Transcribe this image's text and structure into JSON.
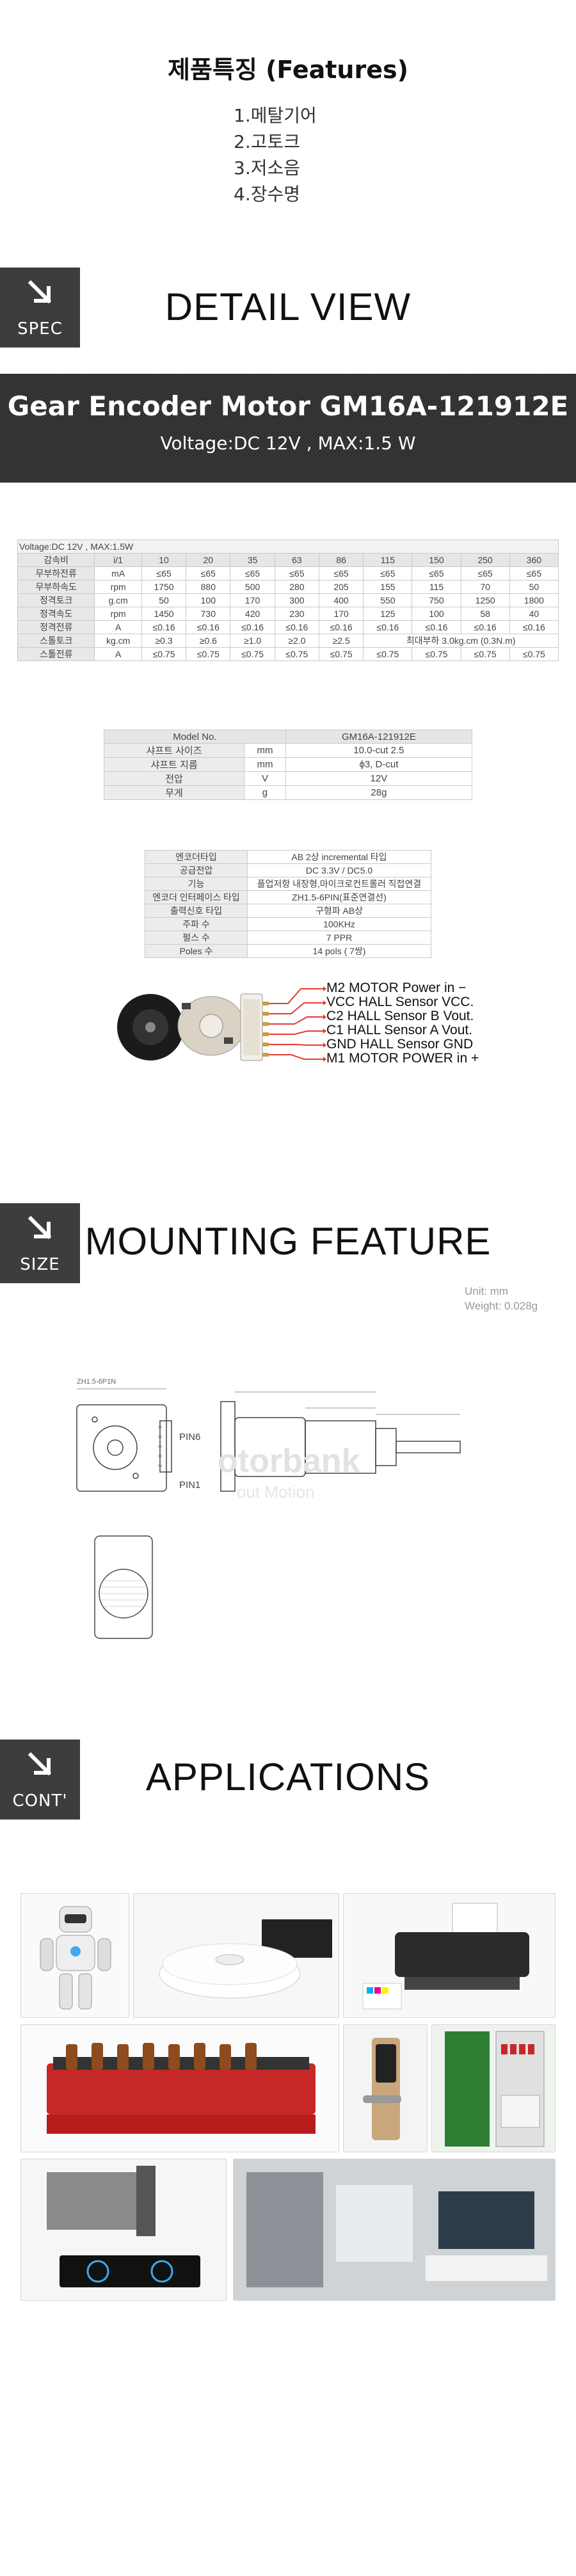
{
  "features": {
    "title": "제품특징 (Features)",
    "items": [
      "1.메탈기어",
      "2.고토크",
      "3.저소음",
      "4.장수명"
    ]
  },
  "sections": {
    "spec": {
      "tab": "SPEC",
      "title": "DETAIL VIEW"
    },
    "size": {
      "tab": "SIZE",
      "title": "MOUNTING FEATURE"
    },
    "cont": {
      "tab": "CONT'",
      "title": "APPLICATIONS"
    }
  },
  "banner": {
    "title": "Gear Encoder Motor GM16A-121912E",
    "subtitle": "Voltage:DC 12V  , MAX:1.5 W"
  },
  "spec_table": {
    "caption": "Voltage:DC 12V  , MAX:1.5W",
    "header": [
      "감속비",
      "i/1",
      "10",
      "20",
      "35",
      "63",
      "86",
      "115",
      "150",
      "250",
      "360"
    ],
    "rows": [
      [
        "무부하전류",
        "mA",
        "≤65",
        "≤65",
        "≤65",
        "≤65",
        "≤65",
        "≤65",
        "≤65",
        "≤65",
        "≤65"
      ],
      [
        "무부하속도",
        "rpm",
        "1750",
        "880",
        "500",
        "280",
        "205",
        "155",
        "115",
        "70",
        "50"
      ],
      [
        "정격토크",
        "g.cm",
        "50",
        "100",
        "170",
        "300",
        "400",
        "550",
        "750",
        "1250",
        "1800"
      ],
      [
        "정격속도",
        "rpm",
        "1450",
        "730",
        "420",
        "230",
        "170",
        "125",
        "100",
        "58",
        "40"
      ],
      [
        "정격전류",
        "A",
        "≤0.16",
        "≤0.16",
        "≤0.16",
        "≤0.16",
        "≤0.16",
        "≤0.16",
        "≤0.16",
        "≤0.16",
        "≤0.16"
      ],
      [
        "스톨토크",
        "kg.cm",
        "≥0.3",
        "≥0.6",
        "≥1.0",
        "≥2.0",
        "≥2.5",
        "최대부하 3.0kg.cm  (0.3N.m)"
      ],
      [
        "스톨전류",
        "A",
        "≤0.75",
        "≤0.75",
        "≤0.75",
        "≤0.75",
        "≤0.75",
        "≤0.75",
        "≤0.75",
        "≤0.75",
        "≤0.75"
      ]
    ]
  },
  "model_table": {
    "header": [
      "Model No.",
      "GM16A-121912E"
    ],
    "rows": [
      [
        "샤프트 사이즈",
        "mm",
        "10.0-cut 2.5"
      ],
      [
        "샤프트 지름",
        "mm",
        "ϕ3, D-cut"
      ],
      [
        "전압",
        "V",
        "12V"
      ],
      [
        "무게",
        "g",
        "28g"
      ]
    ]
  },
  "encoder_table": {
    "rows": [
      [
        "엔코더타입",
        "AB 2상 incremental 타입"
      ],
      [
        "공급전압",
        "DC 3.3V / DC5.0"
      ],
      [
        "기능",
        "플업저항 내장형,마이크로컨트롤러 직접연결"
      ],
      [
        "엔코더 인터페이스 타입",
        "ZH1.5-6PIN(표준연결선)"
      ],
      [
        "출력신호 타입",
        "구형파 AB상"
      ],
      [
        "주파 수",
        "100KHz"
      ],
      [
        "펄스 수",
        "7 PPR"
      ],
      [
        "Poles 수",
        "14 pols ( 7쌍)"
      ]
    ]
  },
  "wiring": {
    "labels": [
      "M2 MOTOR Power in −",
      "VCC HALL Sensor VCC.",
      "C2 HALL Sensor B Vout.",
      "C1 HALL Sensor A Vout.",
      "GND HALL Sensor GND",
      "M1 MOTOR POWER in +"
    ],
    "wire_color": "#e53935"
  },
  "mounting": {
    "unit": "Unit: mm",
    "weight": "Weight: 0.028g",
    "labels": {
      "connector": "ZH1.5-6P1N",
      "pin6": "PIN6",
      "pin1": "PIN1",
      "watermark": "otorbank",
      "watermark_sub": "out Motion"
    }
  },
  "applications": {
    "images": [
      "robot-image",
      "robot-vacuum-image",
      "printer-image",
      "grill-image",
      "door-lock-image",
      "vending-machine-image",
      "range-hood-image",
      "smart-home-image"
    ]
  },
  "colors": {
    "tab_bg": "#3d3d3d",
    "banner_bg": "#2e2e2e",
    "table_border": "#c9c9c9"
  }
}
